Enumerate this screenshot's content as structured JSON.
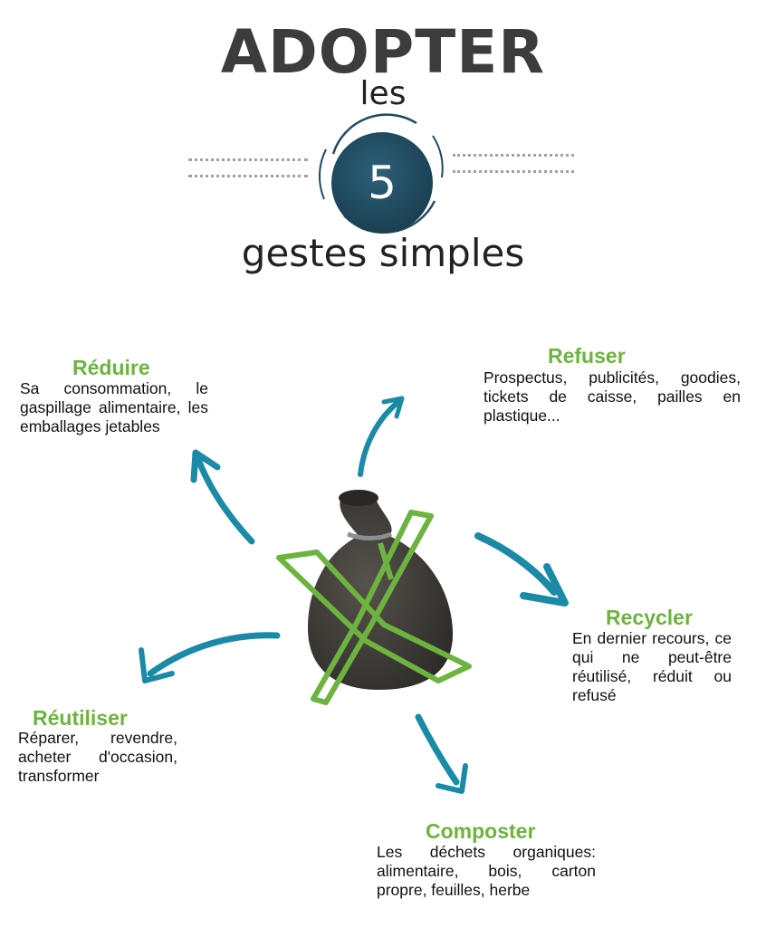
{
  "header": {
    "title": "ADOPTER",
    "les": "les",
    "number": "5",
    "subtitle": "gestes simples"
  },
  "steps": {
    "reduire": {
      "title": "Réduire",
      "description": "Sa consommation, le gaspillage alimentaire, les emballages jetables"
    },
    "refuser": {
      "title": "Refuser",
      "description": "Prospectus, publicités, goodies, tickets de caisse, pailles en plastique..."
    },
    "recycler": {
      "title": "Recycler",
      "description": "En dernier recours, ce qui ne peut-être réutilisé, réduit ou refusé"
    },
    "reutiliser": {
      "title": "Réutiliser",
      "description": "Réparer, revendre, acheter d'occasion, transformer"
    },
    "composter": {
      "title": "Composter",
      "description": "Les déchets organiques: alimentaire, bois, carton propre, feuilles, herbe"
    }
  },
  "colors": {
    "accent_green": "#6db33f",
    "arrow_teal": "#1b8aa6",
    "badge_navy": "#1f4a5e",
    "bag_dark": "#3a3835",
    "title_gray": "#3c3c3c"
  },
  "icons": {
    "center": "crossed-out-trash-bag-icon"
  }
}
